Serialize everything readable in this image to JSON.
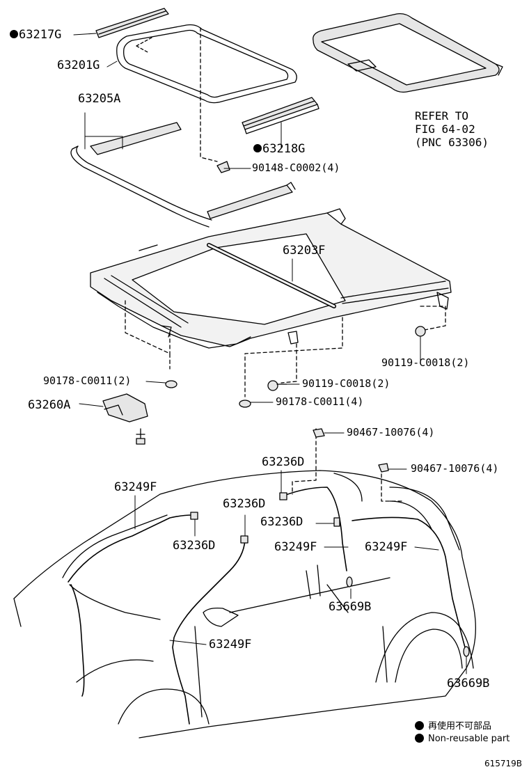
{
  "parts": {
    "p63217G": "63217G",
    "p63201G": "63201G",
    "p63205A": "63205A",
    "p63218G": "63218G",
    "p90148": "90148-C0002(4)",
    "p63203F": "63203F",
    "p90119a": "90119-C0018(2)",
    "p90178a": "90178-C0011(2)",
    "p90119b": "90119-C0018(2)",
    "p63260A": "63260A",
    "p90178b": "90178-C0011(4)",
    "p90467a": "90467-10076(4)",
    "p63236Da": "63236D",
    "p90467b": "90467-10076(4)",
    "p63249Fa": "63249F",
    "p63236Db": "63236D",
    "p63236Dc": "63236D",
    "p63236Dd": "63236D",
    "p63249Fb": "63249F",
    "p63249Fc": "63249F",
    "p63669Ba": "63669B",
    "p63249Fd": "63249F",
    "p63669Bb": "63669B"
  },
  "refer": {
    "line1": "REFER TO",
    "line2": "FIG 64-02",
    "line3": "(PNC 63306)"
  },
  "legend": {
    "jp": "再使用不可部品",
    "en": "Non-reusable part"
  },
  "figure_number": "615719B",
  "colors": {
    "ink": "#000000",
    "paper": "#ffffff",
    "fill": "#e6e6e6"
  }
}
